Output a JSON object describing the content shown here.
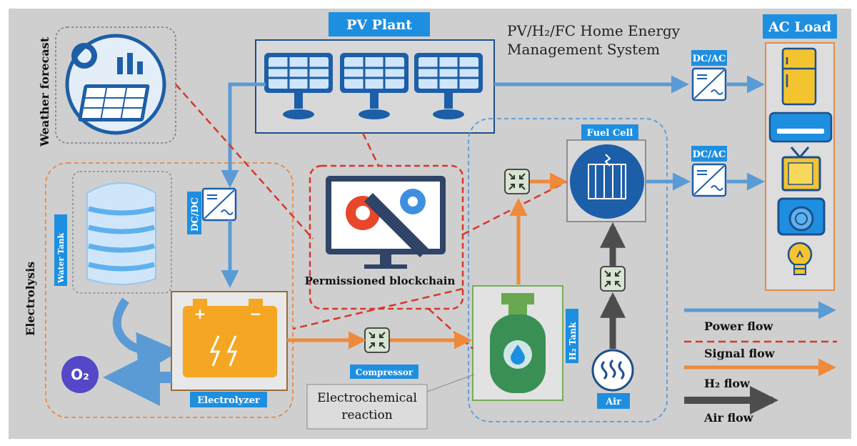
{
  "title": {
    "line1": "PV/H₂/FC Home Energy",
    "line2": "Management System"
  },
  "labels": {
    "pv_plant": "PV Plant",
    "ac_load": "AC Load",
    "weather_forecast": "Weather forecast",
    "electrolysis": "Electrolysis",
    "water_tank": "Water Tank",
    "dcdc": "DC/DC",
    "dcac_top": "DC/AC",
    "dcac_mid": "DC/AC",
    "fuel_cell": "Fuel Cell",
    "blockchain": "Permissioned blockchain",
    "h2_tank": "H₂ Tank",
    "compressor": "Compressor",
    "electrolyzer": "Electrolyzer",
    "air": "Air",
    "o2": "O₂",
    "electrochem_line1": "Electrochemical",
    "electrochem_line2": "reaction"
  },
  "legend": {
    "power": "Power flow",
    "signal": "Signal flow",
    "h2": "H₂ flow",
    "air": "Air flow"
  },
  "colors": {
    "power": "#5b9bd5",
    "signal": "#d9362b",
    "h2": "#ee8a3a",
    "air": "#4d4d4d",
    "tag": "#1e8fe0",
    "panel": "#cfcfcf"
  }
}
